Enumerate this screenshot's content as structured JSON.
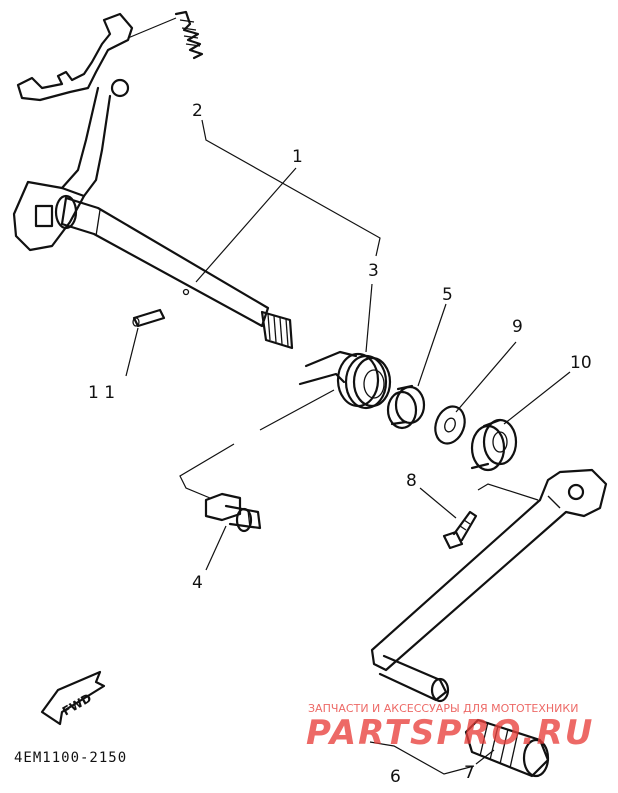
{
  "diagram": {
    "part_code": "4EM1100-2150",
    "fwd_label": "FWD",
    "callouts": {
      "c1": "1",
      "c2": "2",
      "c3": "3",
      "c4": "4",
      "c5": "5",
      "c6": "6",
      "c7": "7",
      "c8": "8",
      "c9": "9",
      "c10": "10",
      "c11": "1 1"
    }
  },
  "watermark": {
    "subtitle": "ЗАПЧАСТИ И АКСЕССУАРЫ ДЛЯ МОТОТЕХНИКИ",
    "brand": "PARTSPRO.RU",
    "color": "#e8403c"
  }
}
